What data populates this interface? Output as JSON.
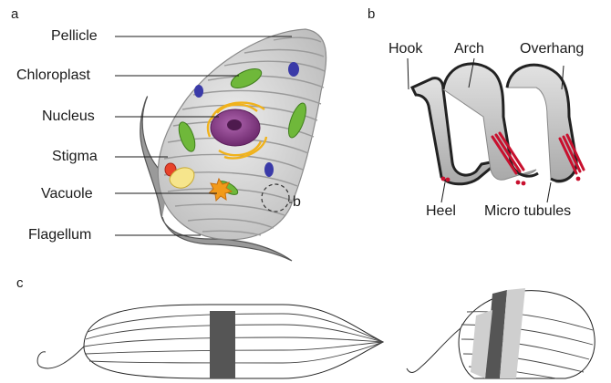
{
  "panels": {
    "a": "a",
    "b": "b",
    "c": "c"
  },
  "panel_a": {
    "labels": {
      "pellicle": "Pellicle",
      "chloroplast": "Chloroplast",
      "nucleus": "Nucleus",
      "stigma": "Stigma",
      "vacuole": "Vacuole",
      "flagellum": "Flagellum",
      "inset_ref": "b"
    }
  },
  "panel_b": {
    "labels": {
      "hook": "Hook",
      "arch": "Arch",
      "overhang": "Overhang",
      "heel": "Heel",
      "microtubules": "Micro tubules"
    }
  },
  "colors": {
    "cell_body": "#d9d9d9",
    "stripe": "#9a9a9a",
    "nucleus": "#8e3f8e",
    "chloroplast": "#6fb83a",
    "paramylon": "#3a3aa8",
    "golgi": "#f0b21c",
    "stigma": "#e8432a",
    "vacuole": "#f6e58c",
    "strip_fill": "#cccccc",
    "strip_edge": "#222222",
    "microtubule": "#c8102e",
    "band_dark": "#555555",
    "band_light": "#cfcfcf"
  }
}
